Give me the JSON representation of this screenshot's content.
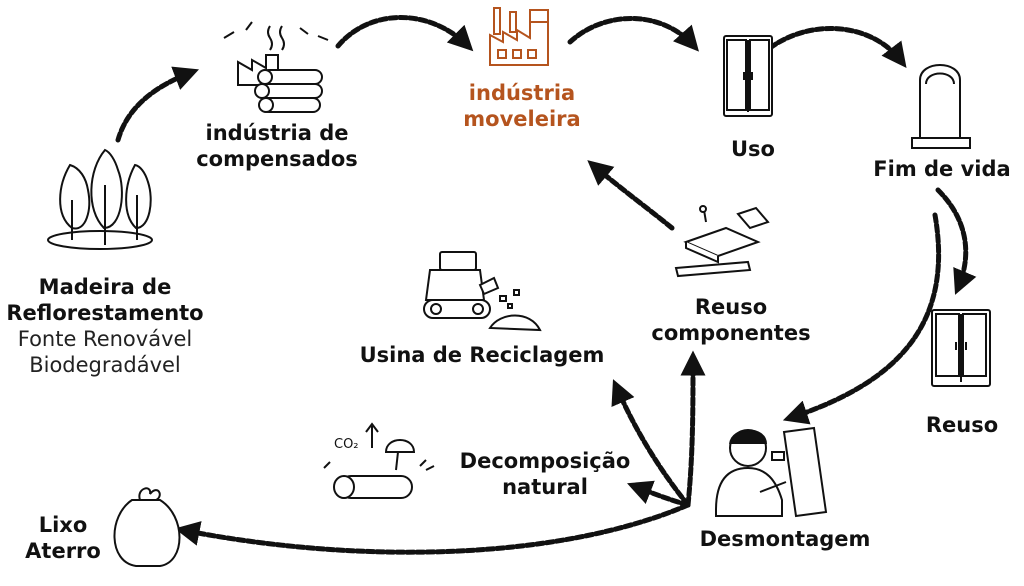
{
  "colors": {
    "accent": "#b5541e",
    "ink": "#111111"
  },
  "nodes": {
    "madeira": {
      "line1": "Madeira de",
      "line2": "Reflorestamento",
      "sub1": "Fonte Renovável",
      "sub2": "Biodegradável",
      "icon": "trees-icon"
    },
    "compensados": {
      "line1": "indústria de",
      "line2": "compensados",
      "icon": "log-factory-icon"
    },
    "moveleira": {
      "line1": "indústria",
      "line2": "moveleira",
      "icon": "factory-icon"
    },
    "uso": {
      "label": "Uso",
      "icon": "cabinet-icon"
    },
    "fim": {
      "label": "Fim de vida",
      "icon": "tombstone-icon"
    },
    "reuso": {
      "label": "Reuso",
      "icon": "cabinet-icon"
    },
    "desmontagem": {
      "label": "Desmontagem",
      "icon": "person-dismantling-icon"
    },
    "reuso_comp": {
      "line1": "Reuso",
      "line2": "componentes",
      "icon": "boards-icon"
    },
    "usina": {
      "label": "Usina de Reciclagem",
      "icon": "shredder-icon"
    },
    "decomp": {
      "line1": "Decomposição",
      "line2": "natural",
      "icon": "log-mushroom-icon",
      "co2": "CO₂"
    },
    "lixo": {
      "line1": "Lixo",
      "line2": "Aterro",
      "icon": "trash-bag-icon"
    }
  }
}
